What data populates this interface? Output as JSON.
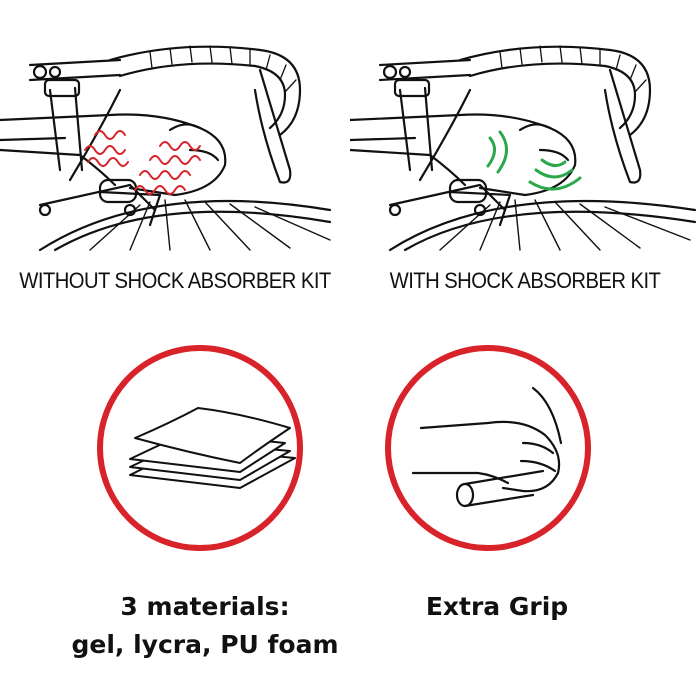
{
  "panels": {
    "without_kit": {
      "caption": "WITHOUT SHOCK ABSORBER KIT",
      "vibration_color": "#d8232a"
    },
    "with_kit": {
      "caption": "WITH SHOCK ABSORBER KIT",
      "vibration_color": "#2aa84a"
    }
  },
  "features": {
    "materials": {
      "line1": "3 materials:",
      "line2": "gel, lycra, PU foam"
    },
    "grip": {
      "line1": "Extra Grip"
    }
  },
  "colors": {
    "ring": "#d8232a",
    "ink": "#111111"
  }
}
